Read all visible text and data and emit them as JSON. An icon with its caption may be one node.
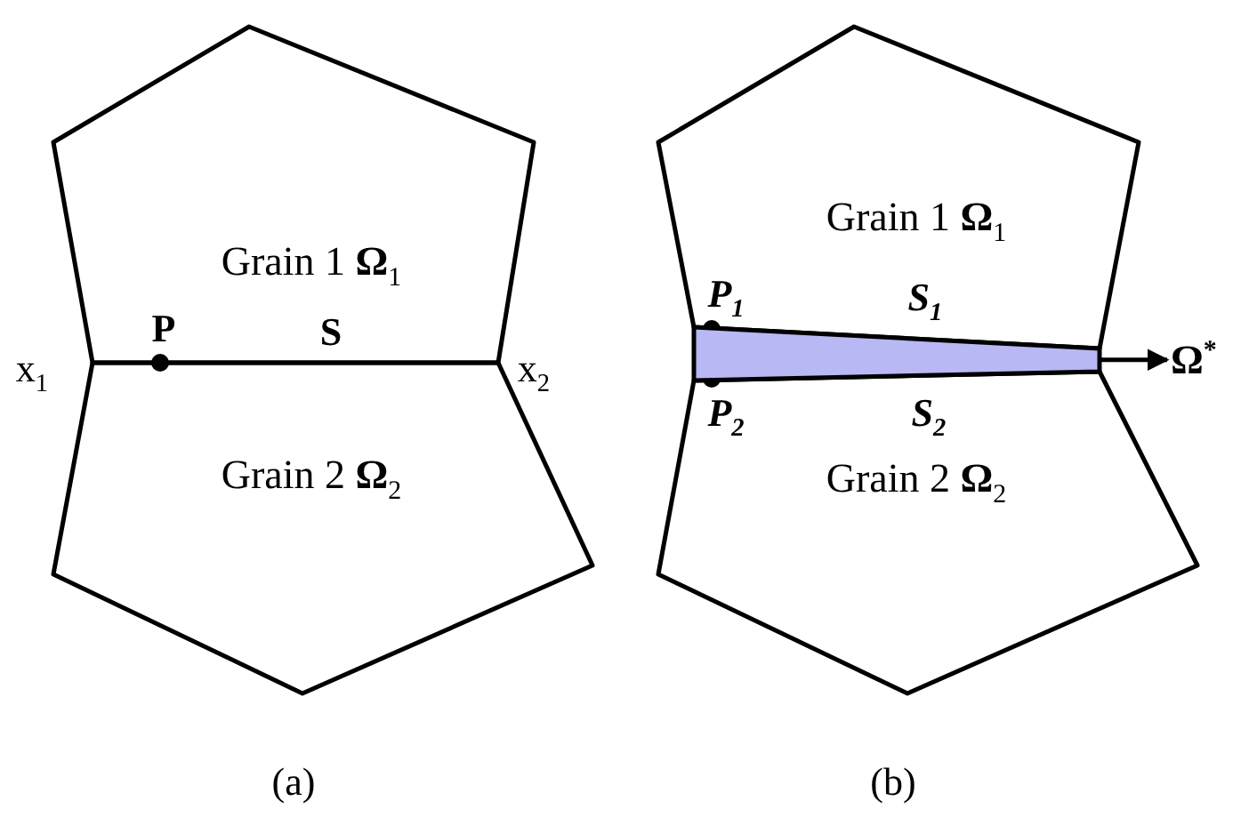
{
  "diagram": {
    "nodes": [
      {
        "text": [
          "Grain 1 **Ω**$_{1}$"
        ]
      },
      {
        "text": [
          "Grain 2 **Ω**$_{2}$"
        ]
      },
      {
        "text": [
          "Grain 1 **Ω**$_{1}$"
        ]
      },
      {
        "text": [
          "Grain 2 **Ω**$_{2}$"
        ]
      },
      {
        "text": [],
        "shape": "wedge"
      },
      {
        "text": [
          "Ω$^{*}$"
        ]
      }
    ],
    "edges": [
      {
        "from": 4,
        "to": 5,
        "arrow": "to"
      }
    ],
    "labels": [
      "x$_{1}$",
      "P",
      "S",
      "x$_{2}$",
      "P$_{1}$",
      "S$_{1}$",
      "P$_{2}$",
      "S$_{2}$",
      "(a)",
      "(b)"
    ]
  }
}
